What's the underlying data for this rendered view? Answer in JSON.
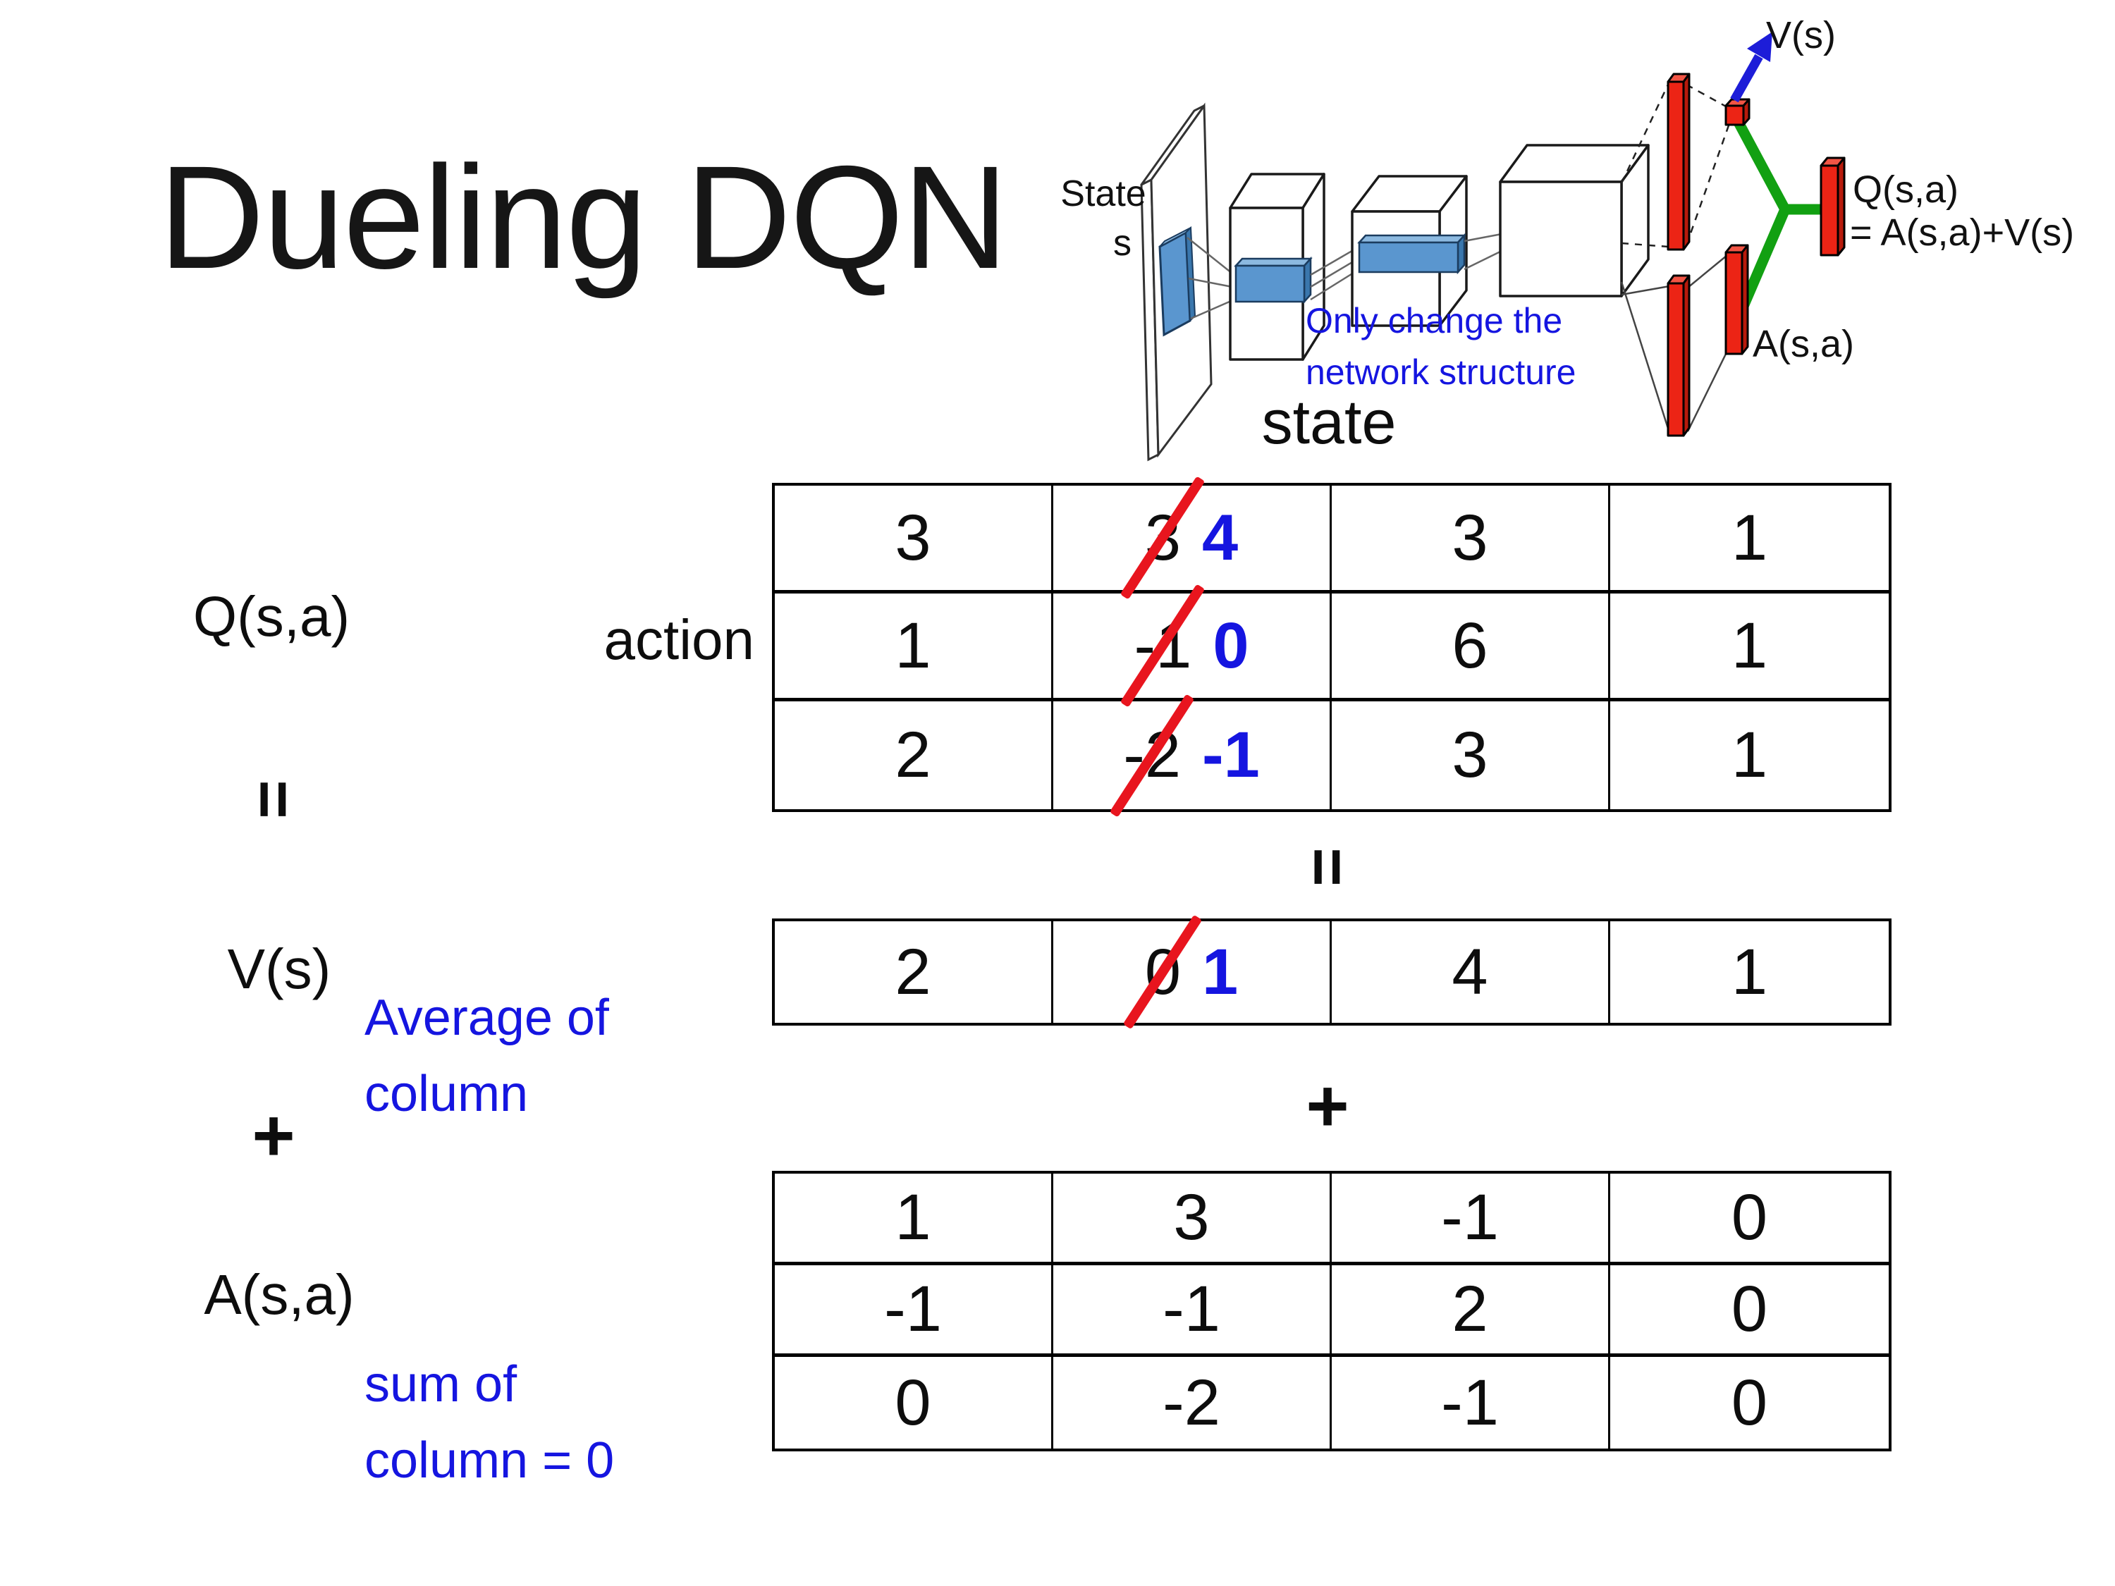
{
  "title": "Dueling DQN",
  "colors": {
    "accent_blue": "#1515e0",
    "slash_red": "#e8151e",
    "bar_red": "#ec2415",
    "combiner_green": "#12a012",
    "conv_blue": "#5a96cf"
  },
  "diagram": {
    "state_line1": "State",
    "state_line2": "s",
    "note_line1": "Only change the",
    "note_line2": "network structure",
    "v_out": "V(s)",
    "q_out": "Q(s,a)",
    "q_formula": "= A(s,a)+V(s)",
    "a_out": "A(s,a)"
  },
  "matrix": {
    "state_label": "state",
    "action_label": "action",
    "q_label": "Q(s,a)",
    "v_label": "V(s)",
    "a_label": "A(s,a)",
    "equals_left": "=",
    "equals_center": "=",
    "plus_left": "+",
    "plus_center": "+",
    "v_note_line1": "Average of",
    "v_note_line2": "column",
    "a_note_line1": "sum of",
    "a_note_line2": "column = 0",
    "q_table": {
      "rows": [
        {
          "cells": [
            {
              "v": "3"
            },
            {
              "old": "3",
              "new": "4"
            },
            {
              "v": "3"
            },
            {
              "v": "1"
            }
          ]
        },
        {
          "cells": [
            {
              "v": "1"
            },
            {
              "old": "-1",
              "new": "0"
            },
            {
              "v": "6"
            },
            {
              "v": "1"
            }
          ]
        },
        {
          "cells": [
            {
              "v": "2"
            },
            {
              "old": "-2",
              "new": "-1"
            },
            {
              "v": "3"
            },
            {
              "v": "1"
            }
          ]
        }
      ]
    },
    "v_table": {
      "rows": [
        {
          "cells": [
            {
              "v": "2"
            },
            {
              "old": "0",
              "new": "1"
            },
            {
              "v": "4"
            },
            {
              "v": "1"
            }
          ]
        }
      ]
    },
    "a_table": {
      "rows": [
        {
          "cells": [
            {
              "v": "1"
            },
            {
              "v": "3"
            },
            {
              "v": "-1"
            },
            {
              "v": "0"
            }
          ]
        },
        {
          "cells": [
            {
              "v": "-1"
            },
            {
              "v": "-1"
            },
            {
              "v": "2"
            },
            {
              "v": "0"
            }
          ]
        },
        {
          "cells": [
            {
              "v": "0"
            },
            {
              "v": "-2"
            },
            {
              "v": "-1"
            },
            {
              "v": "0"
            }
          ]
        }
      ]
    }
  }
}
